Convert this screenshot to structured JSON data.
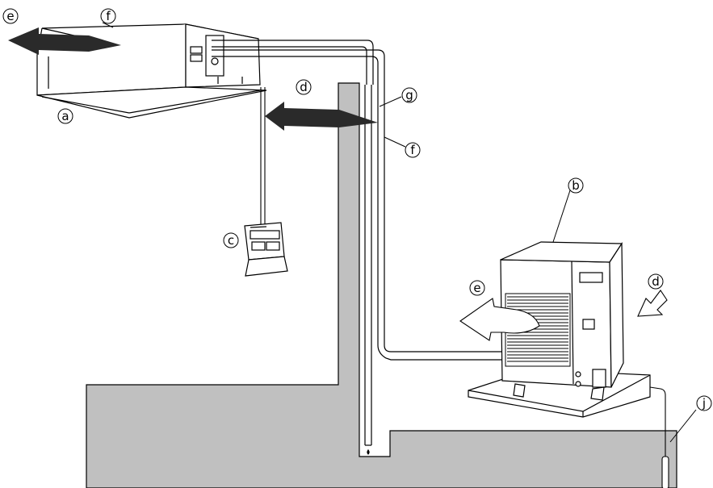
{
  "labels": {
    "a": "a",
    "b": "b",
    "c": "c",
    "d": "d",
    "e": "e",
    "f": "f",
    "g": "g",
    "j": "j"
  },
  "colors": {
    "ground": "#c0c0c0",
    "line": "#000000",
    "arrow": "#2a2a2a",
    "background": "#ffffff"
  }
}
